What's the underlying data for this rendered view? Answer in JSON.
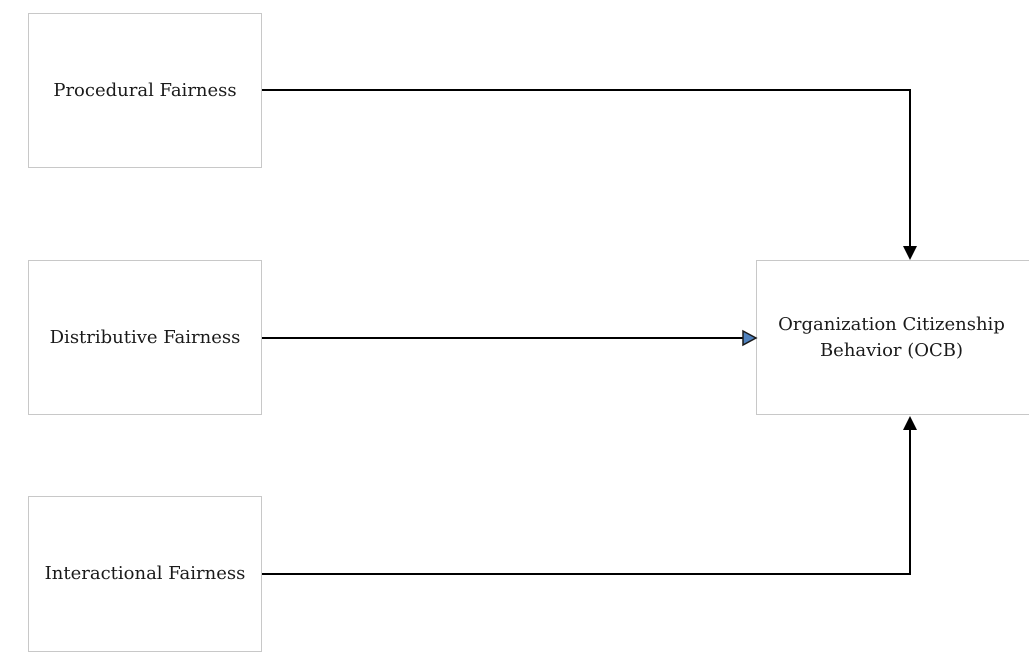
{
  "diagram": {
    "nodes": {
      "procedural": {
        "label": "Procedural Fairness"
      },
      "distributive": {
        "label": "Distributive Fairness"
      },
      "interactional": {
        "label": "Interactional Fairness"
      },
      "ocb": {
        "label": "Organization Citizenship Behavior (OCB)"
      }
    },
    "edges": [
      {
        "from": "Procedural Fairness",
        "to": "Organization Citizenship Behavior (OCB)"
      },
      {
        "from": "Distributive Fairness",
        "to": "Organization Citizenship Behavior (OCB)"
      },
      {
        "from": "Interactional Fairness",
        "to": "Organization Citizenship Behavior (OCB)"
      }
    ],
    "colors": {
      "line": "#000000",
      "box_border": "#c8c8c8",
      "distributive_arrowhead": "#4f81bd"
    }
  }
}
